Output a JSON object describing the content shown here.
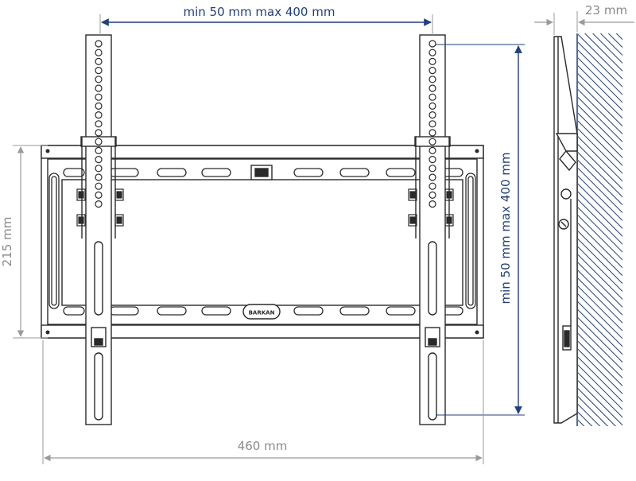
{
  "dimensions": {
    "top_width": "min 50 mm max 400 mm",
    "right_height": "min 50 mm max 400 mm",
    "depth": "23 mm",
    "left_height": "215 mm",
    "bottom_width": "460 mm"
  },
  "logo_text": "BARKAN",
  "colors": {
    "blue": "#1f3f86",
    "grey": "#8a8a8a",
    "line": "#2a2a2a"
  }
}
